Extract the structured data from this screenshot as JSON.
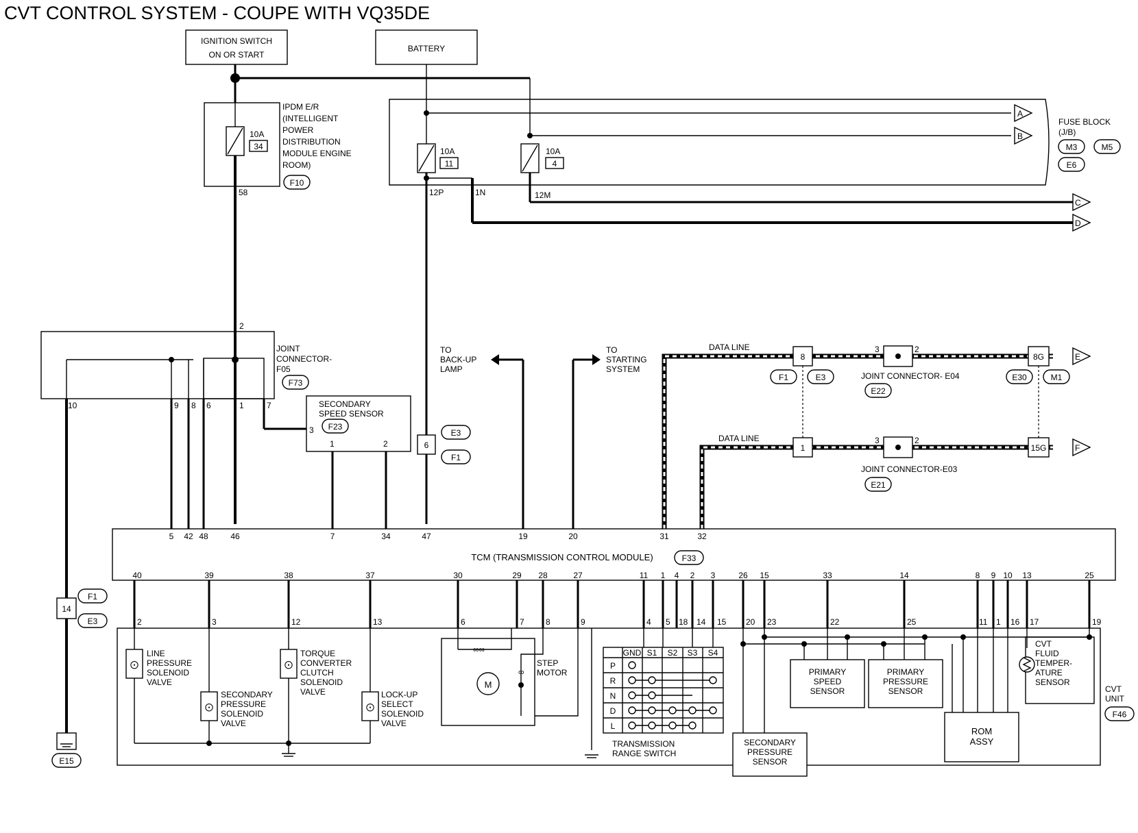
{
  "title": "CVT CONTROL SYSTEM - COUPE WITH VQ35DE",
  "sources": {
    "ignition": [
      "IGNITION SWITCH",
      "ON OR START"
    ],
    "battery": "BATTERY"
  },
  "ipdm": {
    "lines": [
      "IPDM E/R",
      "(INTELLIGENT",
      "POWER",
      "DISTRIBUTION",
      "MODULE ENGINE",
      "ROOM)"
    ],
    "connector": "F10",
    "fuse_amp": "10A",
    "fuse_num": "34",
    "pin": "58"
  },
  "fuse_block": {
    "lines": [
      "FUSE BLOCK",
      "(J/B)"
    ],
    "connectors": [
      "M3",
      "M5",
      "E6"
    ],
    "fuse1_amp": "10A",
    "fuse1_num": "11",
    "fuse2_amp": "10A",
    "fuse2_num": "4",
    "pin_12p": "12P",
    "pin_1n": "1N",
    "pin_12m": "12M",
    "arrows": [
      "A",
      "B",
      "C",
      "D"
    ]
  },
  "joint_f05": {
    "lines": [
      "JOINT",
      "CONNECTOR-",
      "F05"
    ],
    "connector": "F73",
    "top_pin": "2",
    "pins": [
      "10",
      "9",
      "8",
      "6",
      "1",
      "7"
    ]
  },
  "secondary_speed_sensor": {
    "lines": [
      "SECONDARY",
      "SPEED SENSOR"
    ],
    "connector": "F23",
    "pins": [
      "3",
      "1",
      "2"
    ]
  },
  "inline_6": {
    "pin": "6",
    "connectors": [
      "E3",
      "F1"
    ]
  },
  "inline_14": {
    "pin": "14",
    "connectors": [
      "F1",
      "E3"
    ]
  },
  "ground": {
    "connector": "E15"
  },
  "backup_lamp": [
    "TO",
    "BACK-UP",
    "LAMP"
  ],
  "starting_system": [
    "TO",
    "STARTING",
    "SYSTEM"
  ],
  "data_lines": {
    "label": "DATA LINE",
    "upper": {
      "pin_a": "8",
      "conn_a": [
        "F1",
        "E3"
      ],
      "joint_pins": [
        "3",
        "2"
      ],
      "joint_label": "JOINT CONNECTOR- E04",
      "joint_conn": "E22",
      "pin_b": "8G",
      "conn_b": [
        "E30",
        "M1"
      ],
      "arrow": "E"
    },
    "lower": {
      "pin_a": "1",
      "joint_pins": [
        "3",
        "2"
      ],
      "joint_label": "JOINT CONNECTOR-E03",
      "joint_conn": "E21",
      "pin_b": "15G",
      "arrow": "F"
    }
  },
  "tcm": {
    "label": "TCM (TRANSMISSION CONTROL MODULE)",
    "connector": "F33",
    "top_pins": [
      "5",
      "42",
      "48",
      "46",
      "7",
      "34",
      "47",
      "19",
      "20",
      "31",
      "32"
    ],
    "bottom_pins": [
      "40",
      "39",
      "38",
      "37",
      "30",
      "29",
      "28",
      "27",
      "11",
      "1",
      "4",
      "2",
      "3",
      "26",
      "15",
      "33",
      "14",
      "8",
      "9",
      "10",
      "13",
      "25"
    ]
  },
  "cvt_unit": {
    "lines": [
      "CVT",
      "UNIT"
    ],
    "connector": "F46",
    "pins": [
      "2",
      "3",
      "12",
      "13",
      "6",
      "7",
      "8",
      "9",
      "4",
      "5",
      "18",
      "14",
      "15",
      "20",
      "23",
      "22",
      "25",
      "11",
      "1",
      "16",
      "17",
      "19"
    ],
    "components": {
      "line_pressure": [
        "LINE",
        "PRESSURE",
        "SOLENOID",
        "VALVE"
      ],
      "secondary_pressure_sol": [
        "SECONDARY",
        "PRESSURE",
        "SOLENOID",
        "VALVE"
      ],
      "tcc": [
        "TORQUE",
        "CONVERTER",
        "CLUTCH",
        "SOLENOID",
        "VALVE"
      ],
      "lockup": [
        "LOCK-UP",
        "SELECT",
        "SOLENOID",
        "VALVE"
      ],
      "step_motor": [
        "STEP",
        "MOTOR"
      ],
      "motor_symbol": "M",
      "trs": [
        "TRANSMISSION",
        "RANGE SWITCH"
      ],
      "trs_head": [
        "GND",
        "S1",
        "S2",
        "S3",
        "S4"
      ],
      "trs_rows": [
        "P",
        "R",
        "N",
        "D",
        "L"
      ],
      "secondary_pressure_sensor": [
        "SECONDARY",
        "PRESSURE",
        "SENSOR"
      ],
      "primary_speed": [
        "PRIMARY",
        "SPEED",
        "SENSOR"
      ],
      "primary_pressure": [
        "PRIMARY",
        "PRESSURE",
        "SENSOR"
      ],
      "rom": [
        "ROM",
        "ASSY"
      ],
      "fluid_temp": [
        "CVT",
        "FLUID",
        "TEMPER-",
        "ATURE",
        "SENSOR"
      ]
    }
  }
}
